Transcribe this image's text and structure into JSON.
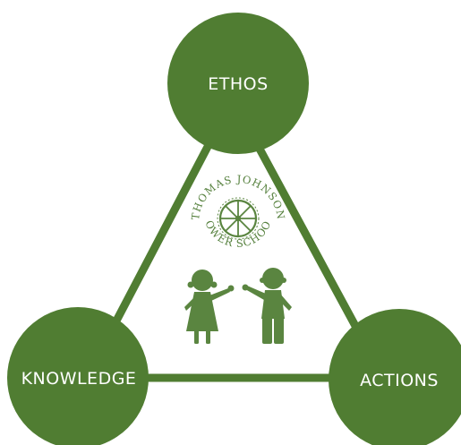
{
  "colors": {
    "primary": "#507d32",
    "logo": "#5a8540",
    "background": "#ffffff"
  },
  "nodes": {
    "top": {
      "label": "ETHOS"
    },
    "left": {
      "label": "KNOWLEDGE"
    },
    "right": {
      "label": "ACTIONS"
    }
  },
  "logo": {
    "arc_top": "THOMAS JOHNSON",
    "arc_bottom": "LOWER SCHOOL",
    "emblem": "wheel-icon",
    "figures": "children-silhouette-icon"
  }
}
